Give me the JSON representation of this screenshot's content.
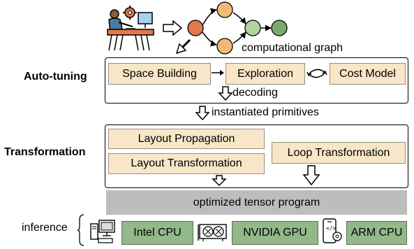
{
  "graph": {
    "caption": "computational graph"
  },
  "autotuning": {
    "title": "Auto-tuning",
    "space_building": "Space Building",
    "exploration": "Exploration",
    "cost_model": "Cost Model",
    "decoding": "decoding"
  },
  "primitives_label": "instantiated primitives",
  "transformation": {
    "title": "Transformation",
    "layout_propagation": "Layout Propagation",
    "layout_transformation": "Layout Transformation",
    "loop_transformation": "Loop Transformation"
  },
  "optimized_label": "optimized tensor program",
  "inference": {
    "label": "inference",
    "targets": [
      {
        "label": "Intel CPU",
        "icon": "desktop-computer-icon"
      },
      {
        "label": "NVIDIA GPU",
        "icon": "gpu-card-icon"
      },
      {
        "label": "ARM CPU",
        "icon": "mobile-phone-icon"
      }
    ]
  },
  "colors": {
    "node_orange": "#e07a4a",
    "node_light_orange": "#f0b978",
    "node_light_green": "#b3d3a1",
    "node_green": "#7bab6c",
    "beige_box": "#f7e6c7",
    "green_box": "#93b88a",
    "grey_bar": "#bdbdbd"
  }
}
